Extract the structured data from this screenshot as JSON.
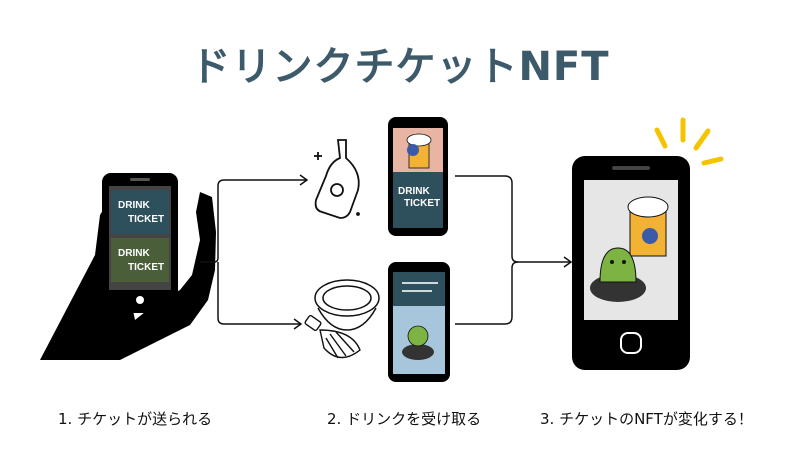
{
  "title": "ドリンクチケットNFT",
  "steps": [
    {
      "label": "1. チケットが送られる"
    },
    {
      "label": "2. ドリンクを受け取る"
    },
    {
      "label": "3. チケットのNFTが変化する！"
    }
  ],
  "ticket": {
    "line1": "DRINK",
    "line2": "TICKET"
  },
  "colors": {
    "title": "#3d5a6b",
    "ticket_blue": "#2e4f5c",
    "ticket_green": "#4a5e3a",
    "beer": "#f2b233",
    "matcha": "#7cb342",
    "burst": "#f5c400"
  }
}
